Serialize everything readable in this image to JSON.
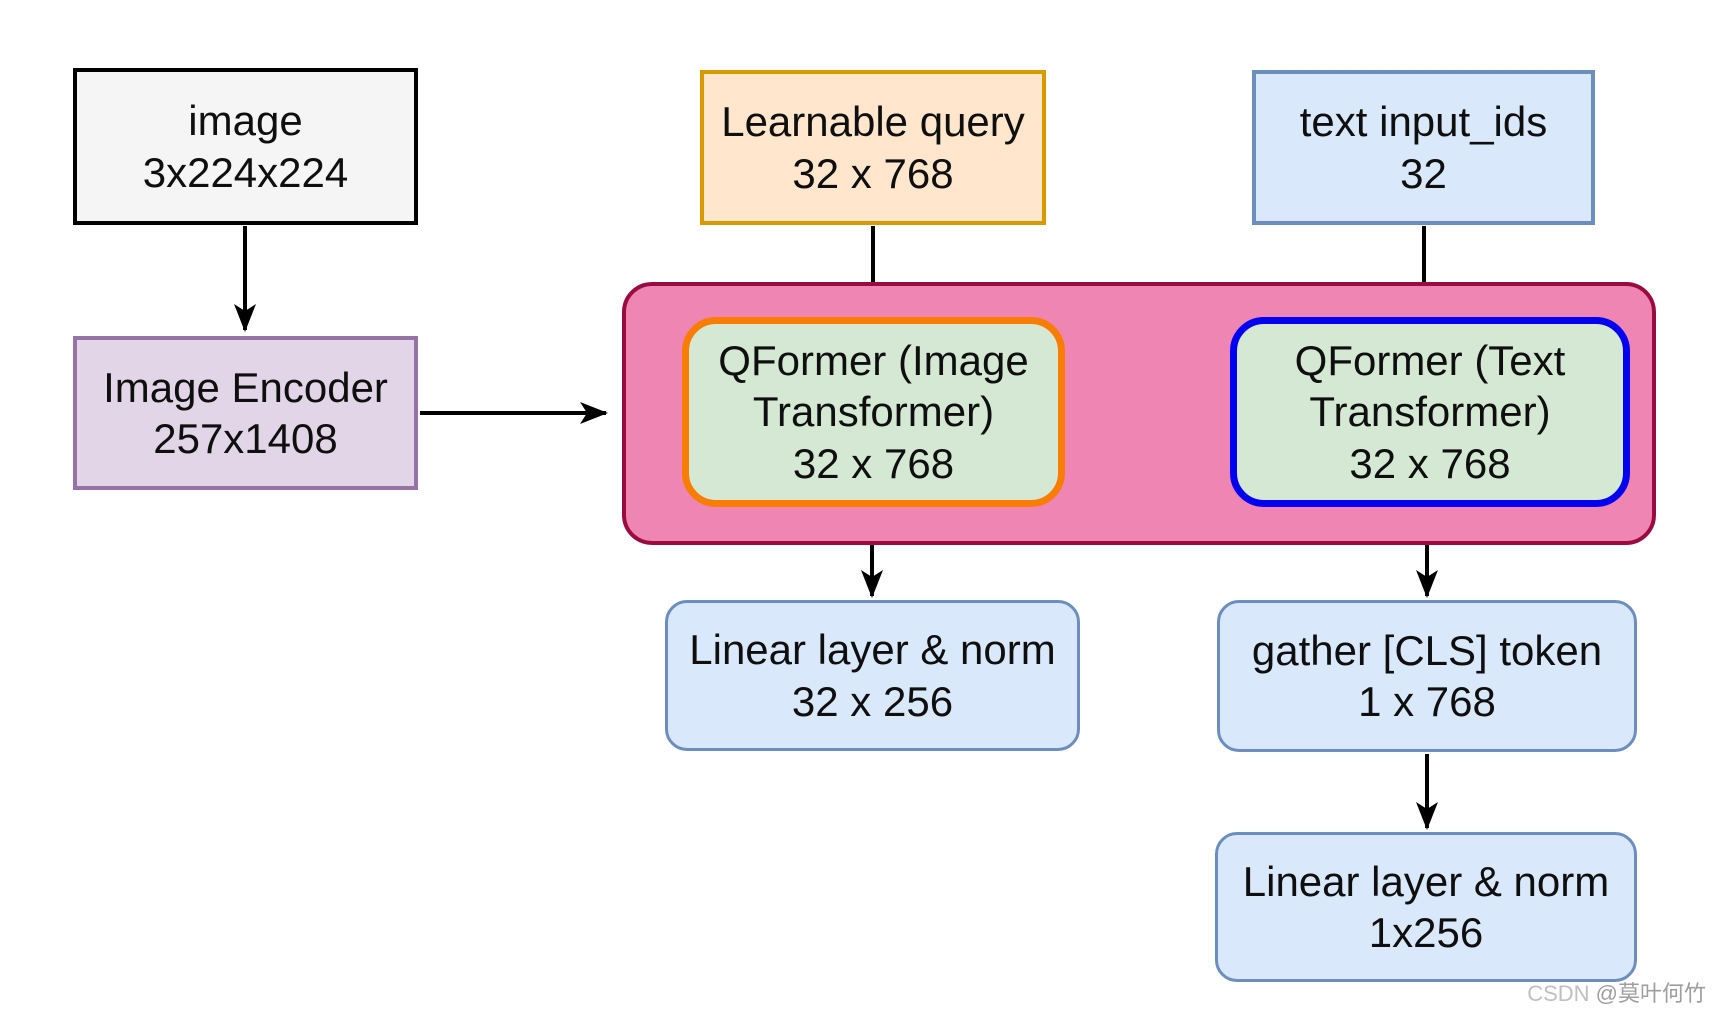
{
  "palette": {
    "gray_fill": "#f5f5f5",
    "gray_border": "#000000",
    "purple_fill": "#e1d5e7",
    "purple_border": "#9673a6",
    "peach_fill": "#ffe6cc",
    "peach_border": "#d79b00",
    "blue_fill": "#dae8fc",
    "blue_border": "#6c8ebf",
    "green_fill": "#d5e8d4",
    "qformer_image_border": "#f97d02",
    "qformer_text_border": "#0202f0",
    "pink_fill": "#ee85b3",
    "pink_border": "#9a0c41",
    "arrow": "#000000",
    "text": "#0f0f0f",
    "watermark_light": "#c0c0c0",
    "watermark_dark": "#9e9e9e"
  },
  "diagram": {
    "nodes": {
      "image": {
        "title": "image",
        "dims": "3x224x224"
      },
      "image_encoder": {
        "title": "Image Encoder",
        "dims": "257x1408"
      },
      "learnable_query": {
        "title": "Learnable query",
        "dims": "32 x 768"
      },
      "text_input_ids": {
        "title": "text input_ids",
        "dims": "32"
      },
      "qformer_image": {
        "title": "QFormer (Image Transformer)",
        "dims": "32 x 768"
      },
      "qformer_text": {
        "title": "QFormer (Text Transformer)",
        "dims": "32 x 768"
      },
      "linear_norm_image": {
        "title": "Linear layer & norm",
        "dims": "32 x 256"
      },
      "gather_cls": {
        "title": "gather [CLS] token",
        "dims": "1 x 768"
      },
      "linear_norm_text": {
        "title": "Linear layer & norm",
        "dims": "1x256"
      }
    },
    "edges": [
      {
        "from": "image",
        "to": "image_encoder"
      },
      {
        "from": "image_encoder",
        "to": "qformer_group"
      },
      {
        "from": "learnable_query",
        "to": "qformer_image"
      },
      {
        "from": "text_input_ids",
        "to": "qformer_text"
      },
      {
        "from": "qformer_image",
        "to": "linear_norm_image"
      },
      {
        "from": "qformer_text",
        "to": "gather_cls"
      },
      {
        "from": "gather_cls",
        "to": "linear_norm_text"
      }
    ]
  },
  "watermark": {
    "prefix": "CSDN ",
    "handle": "@莫叶何竹"
  }
}
